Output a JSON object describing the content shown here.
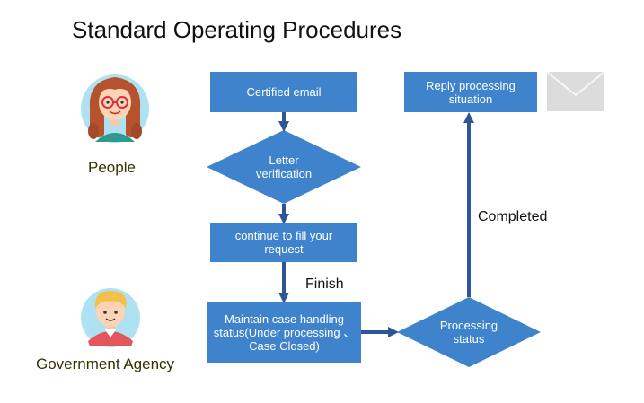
{
  "title": "Standard Operating Procedures",
  "actors": {
    "people": "People",
    "agency": "Government  Agency"
  },
  "nodes": {
    "certified_email": "Certified email",
    "letter_verification": "Letter\nverification",
    "continue_request": "continue to fill your\nrequest",
    "maintain_status": "Maintain case handling\nstatus(Under processing 、\nCase Closed)",
    "processing_status": "Processing\nstatus",
    "reply_processing": "Reply processing\nsituation"
  },
  "edge_labels": {
    "finish": "Finish",
    "completed": "Completed"
  },
  "colors": {
    "node_fill": "#3f83cc",
    "arrow": "#2f5597",
    "envelope": "#dcdcdc"
  },
  "icons": {
    "people": "woman-avatar-icon",
    "agency": "man-avatar-icon",
    "envelope": "envelope-icon"
  }
}
